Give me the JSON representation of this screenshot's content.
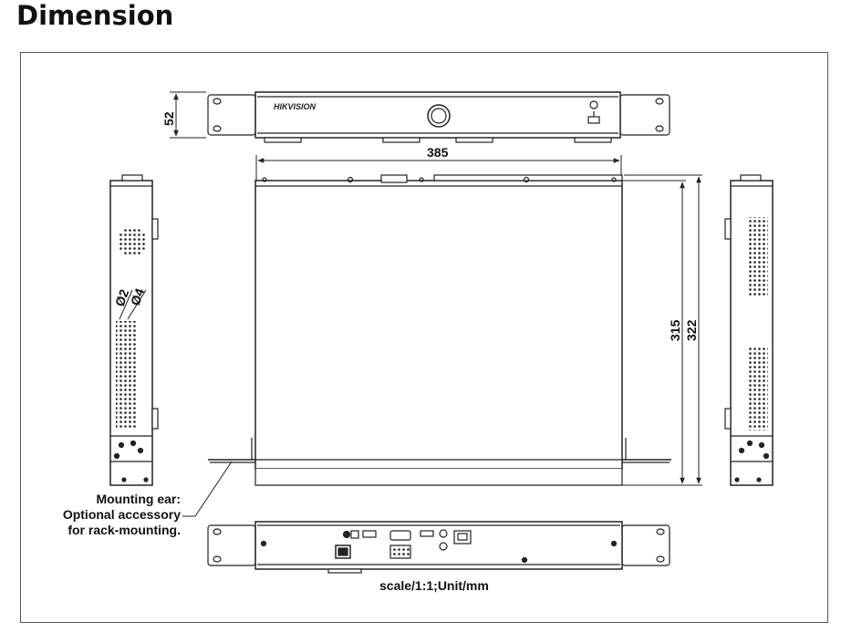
{
  "title": "Dimension",
  "brand": "HIKVISION",
  "dimensions": {
    "height": "52",
    "width": "385",
    "depth_body": "315",
    "depth_total": "322",
    "hole_small": "Ø2",
    "hole_large": "Ø4"
  },
  "mounting_note": {
    "line1": "Mounting ear:",
    "line2": "Optional accessory",
    "line3": "for rack-mounting."
  },
  "scale_note": "scale/1:1;Unit/mm"
}
